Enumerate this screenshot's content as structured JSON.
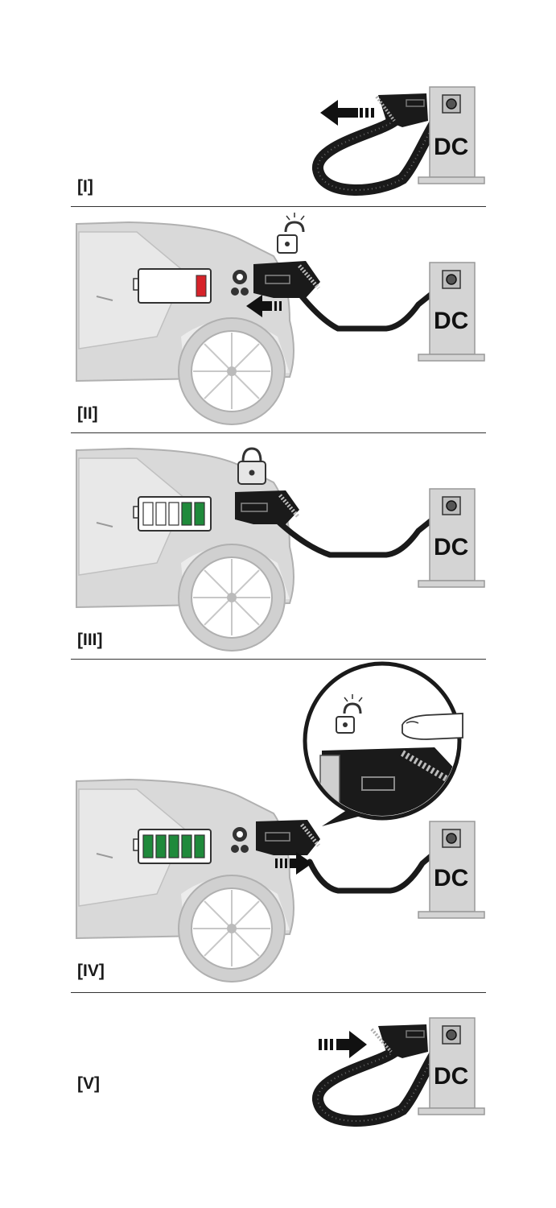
{
  "station_label": "DC",
  "steps": [
    {
      "label": "[I]",
      "battery_level": null
    },
    {
      "label": "[II]",
      "battery_level": 0.2
    },
    {
      "label": "[III]",
      "battery_level": 0.4
    },
    {
      "label": "[IV]",
      "battery_level": 1.0
    },
    {
      "label": "[V]",
      "battery_level": null
    }
  ],
  "colors": {
    "car_body": "#d9d9d9",
    "car_outline": "#b0b0b0",
    "station": "#d4d4d4",
    "cable": "#1a1a1a",
    "battery_low": "#d6232a",
    "battery_charged": "#1f8a3b",
    "divider": "#333333"
  },
  "icons": [
    "arrow-out-icon",
    "arrow-in-icon",
    "unlock-icon",
    "lock-icon",
    "battery-icon",
    "charge-port-icon",
    "connector-icon",
    "finger-press-icon"
  ]
}
